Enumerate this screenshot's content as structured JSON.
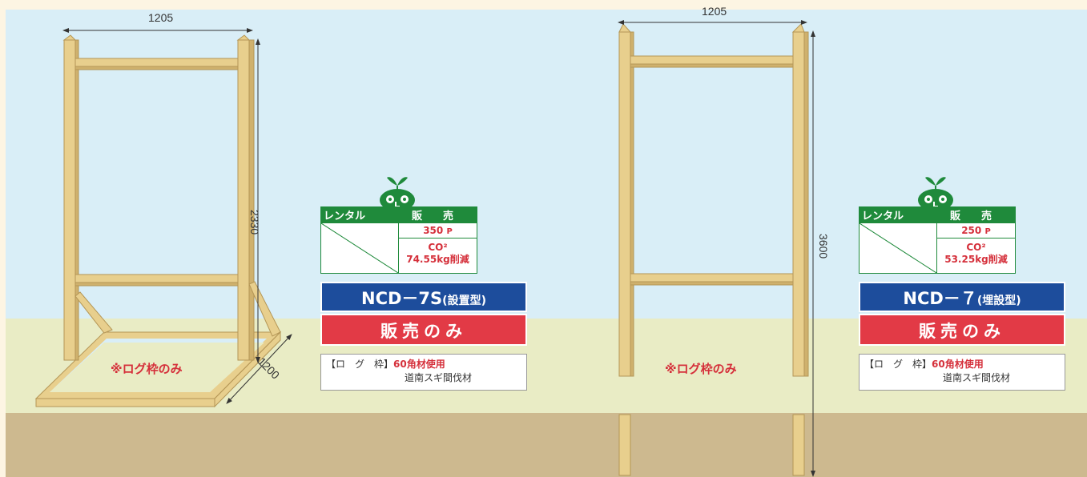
{
  "dimensions": {
    "left_width": "1205",
    "left_height": "2330",
    "left_depth": "1200",
    "right_width": "1205",
    "right_height": "3600"
  },
  "products": [
    {
      "rental_label": "レンタル",
      "sale_label": "販　　売",
      "points": "350",
      "points_unit": "P",
      "co2_label": "CO²",
      "co2_reduction": "74.55kg削減",
      "model": "NCD－7S",
      "model_type": "(設置型)",
      "sale_only": "販売のみ",
      "material_label": "【ロ　グ　枠】",
      "material_spec": "60角材使用",
      "material_source": "道南スギ間伐材",
      "note": "※ログ枠のみ"
    },
    {
      "rental_label": "レンタル",
      "sale_label": "販　　売",
      "points": "250",
      "points_unit": "P",
      "co2_label": "CO²",
      "co2_reduction": "53.25kg削減",
      "model": "NCD－７",
      "model_type": "(埋設型)",
      "sale_only": "販売のみ",
      "material_label": "【ロ　グ　枠】",
      "material_spec": "60角材使用",
      "material_source": "道南スギ間伐材",
      "note": "※ログ枠のみ"
    }
  ],
  "colors": {
    "sky": "#d9eef7",
    "grass": "#e9ecc5",
    "soil": "#cdb98f",
    "wood": "#e8cf8d",
    "green": "#1f8a3b",
    "blue": "#1d4d9c",
    "red": "#e23a46"
  }
}
